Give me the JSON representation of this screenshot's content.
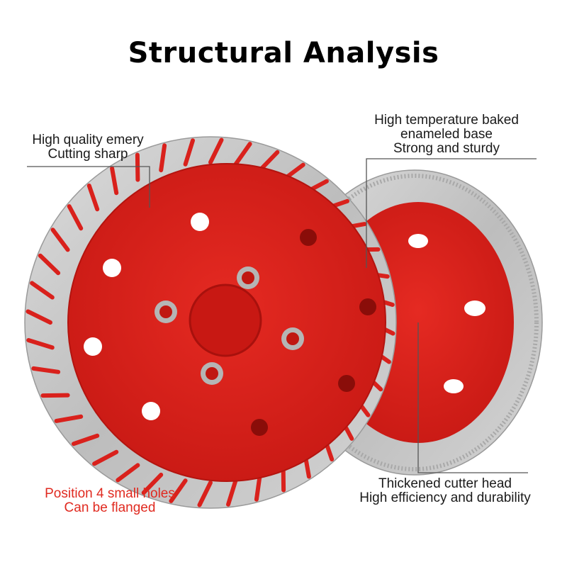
{
  "title": "Structural Analysis",
  "callouts": {
    "top_left": [
      "High quality emery",
      "Cutting sharp"
    ],
    "top_right": [
      "High temperature baked",
      "enameled base",
      "Strong and sturdy"
    ],
    "bottom_left": [
      "Position 4 small holes",
      "Can be flanged"
    ],
    "bottom_right": [
      "Thickened cutter head",
      "High efficiency and durability"
    ]
  },
  "colors": {
    "disc_red": "#d9211c",
    "rim_silver": "#c9c9c9",
    "segment_dark": "#8e8e8e",
    "callout_red": "#e02a20",
    "leader_line": "#555555"
  }
}
